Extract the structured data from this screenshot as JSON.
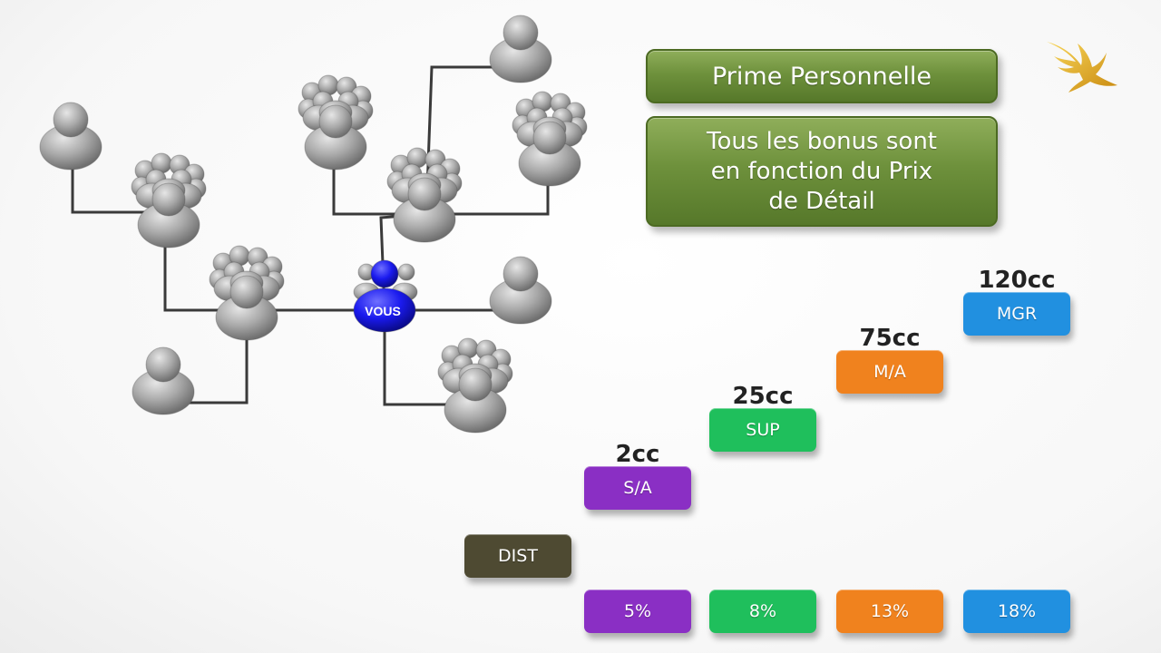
{
  "network": {
    "center_label": "VOUS",
    "center_color": "#1a1aee",
    "node_color": "#a9a9a9",
    "line_color": "#3a3a3a"
  },
  "boxes": {
    "prime": "Prime Personnelle",
    "bonus_lines": [
      "Tous les bonus sont",
      "en fonction du Prix",
      "de Détail"
    ],
    "color": "#6e913c"
  },
  "levels": [
    {
      "label": "DIST",
      "cc": "",
      "color": "#4e4a32"
    },
    {
      "label": "S/A",
      "cc": "2cc",
      "color": "#8a2fc4"
    },
    {
      "label": "SUP",
      "cc": "25cc",
      "color": "#1fbf5c"
    },
    {
      "label": "M/A",
      "cc": "75cc",
      "color": "#f0821e"
    },
    {
      "label": "MGR",
      "cc": "120cc",
      "color": "#2190e0"
    }
  ],
  "percentages": [
    {
      "label": "5%",
      "color": "#8a2fc4"
    },
    {
      "label": "8%",
      "color": "#1fbf5c"
    },
    {
      "label": "13%",
      "color": "#f0821e"
    },
    {
      "label": "18%",
      "color": "#2190e0"
    }
  ],
  "logo_icon": "golden-eagle-logo-icon"
}
